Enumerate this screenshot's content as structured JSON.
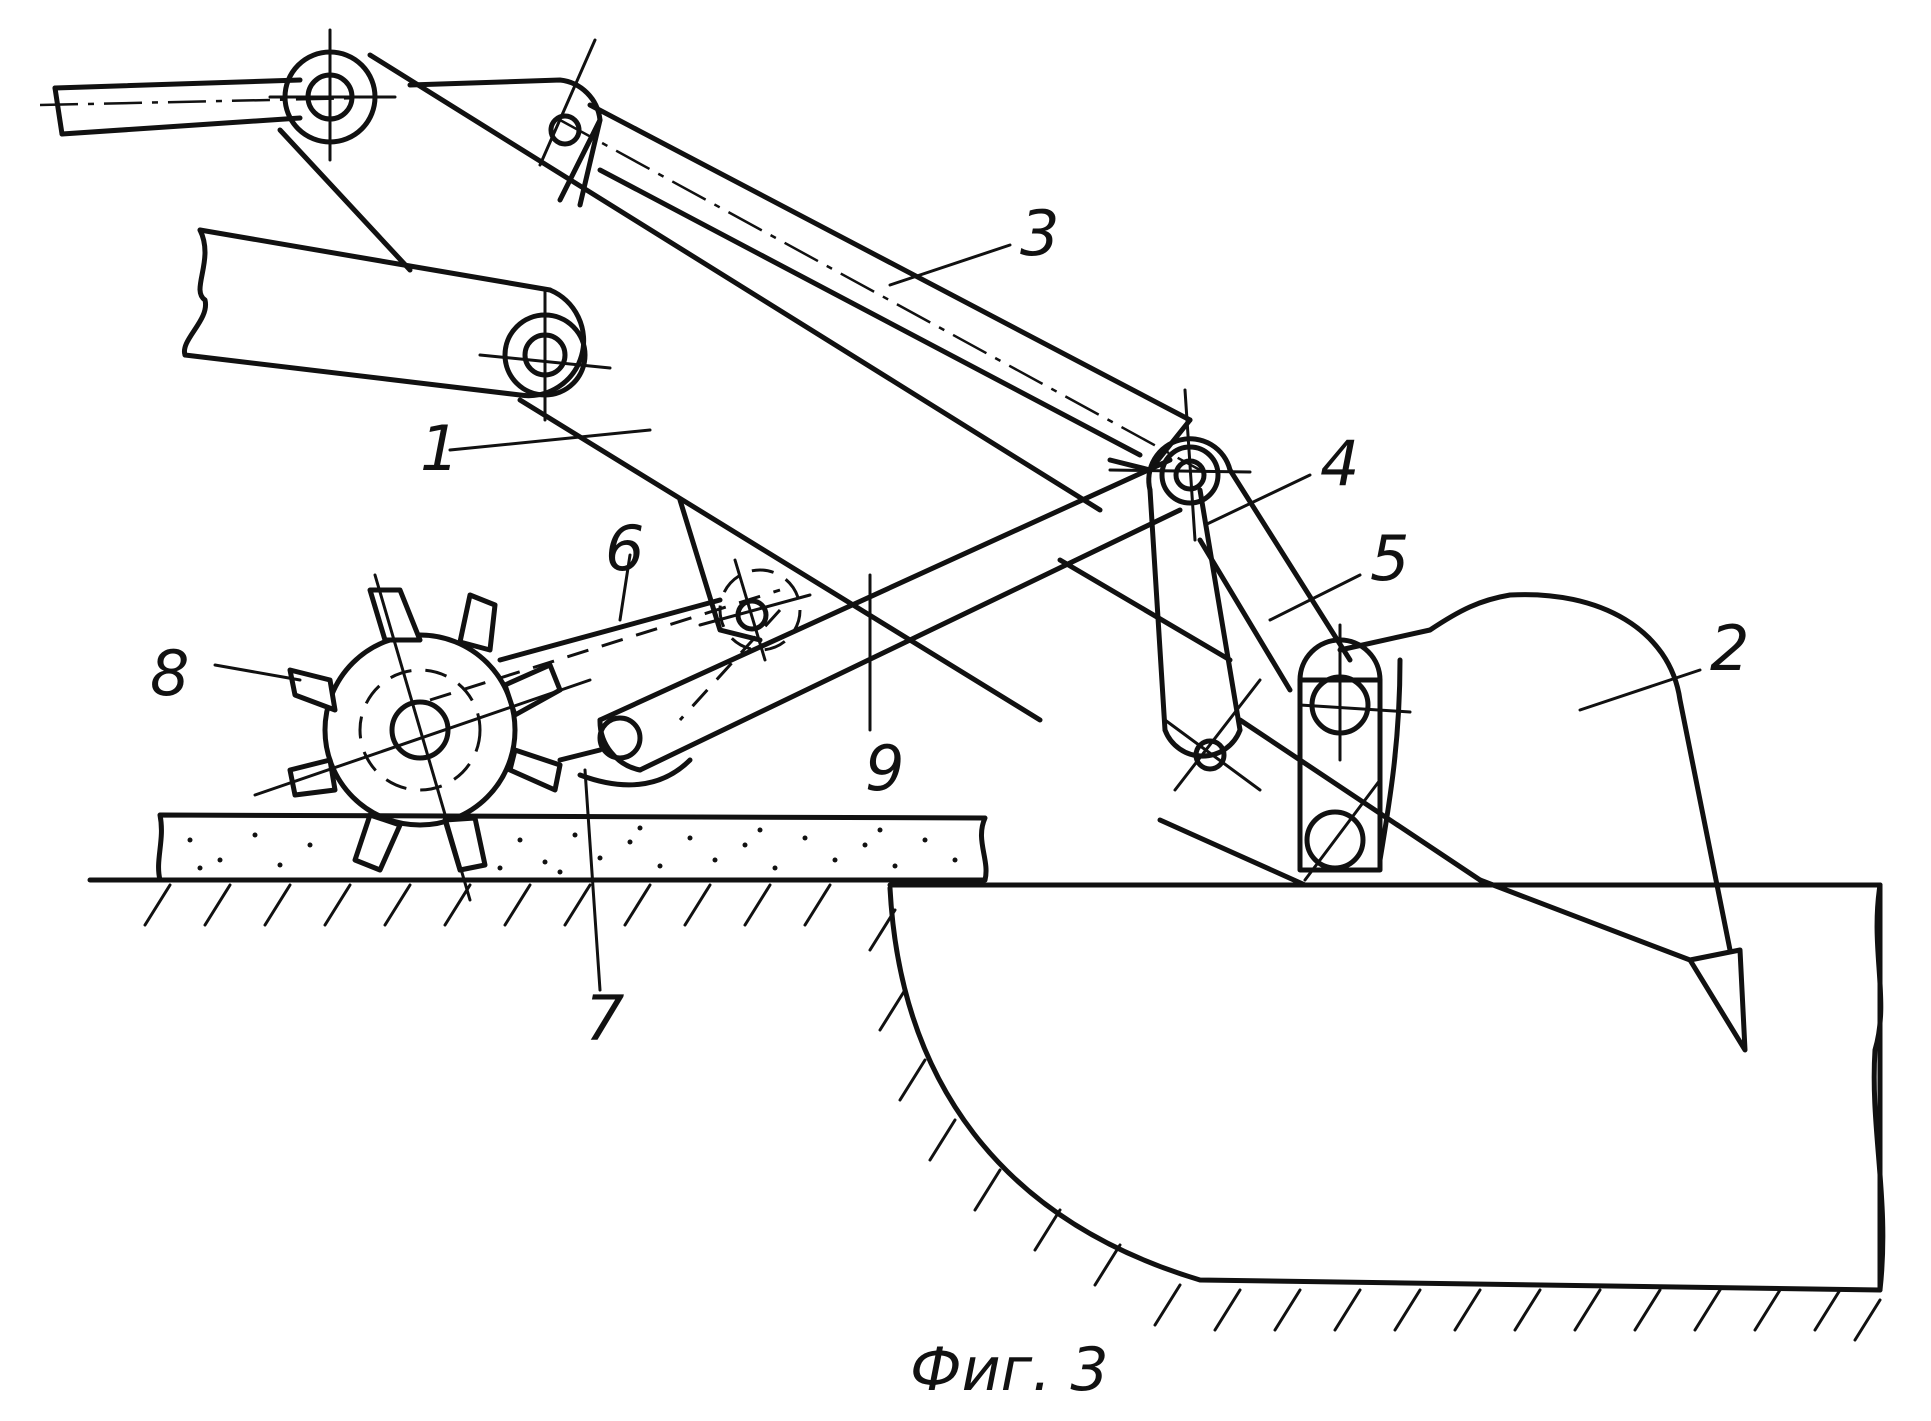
{
  "figure": {
    "caption": "Фиг. 3",
    "labels": {
      "l1": "1",
      "l2": "2",
      "l3": "3",
      "l4": "4",
      "l5": "5",
      "l6": "6",
      "l7": "7",
      "l8": "8",
      "l9": "9"
    }
  }
}
